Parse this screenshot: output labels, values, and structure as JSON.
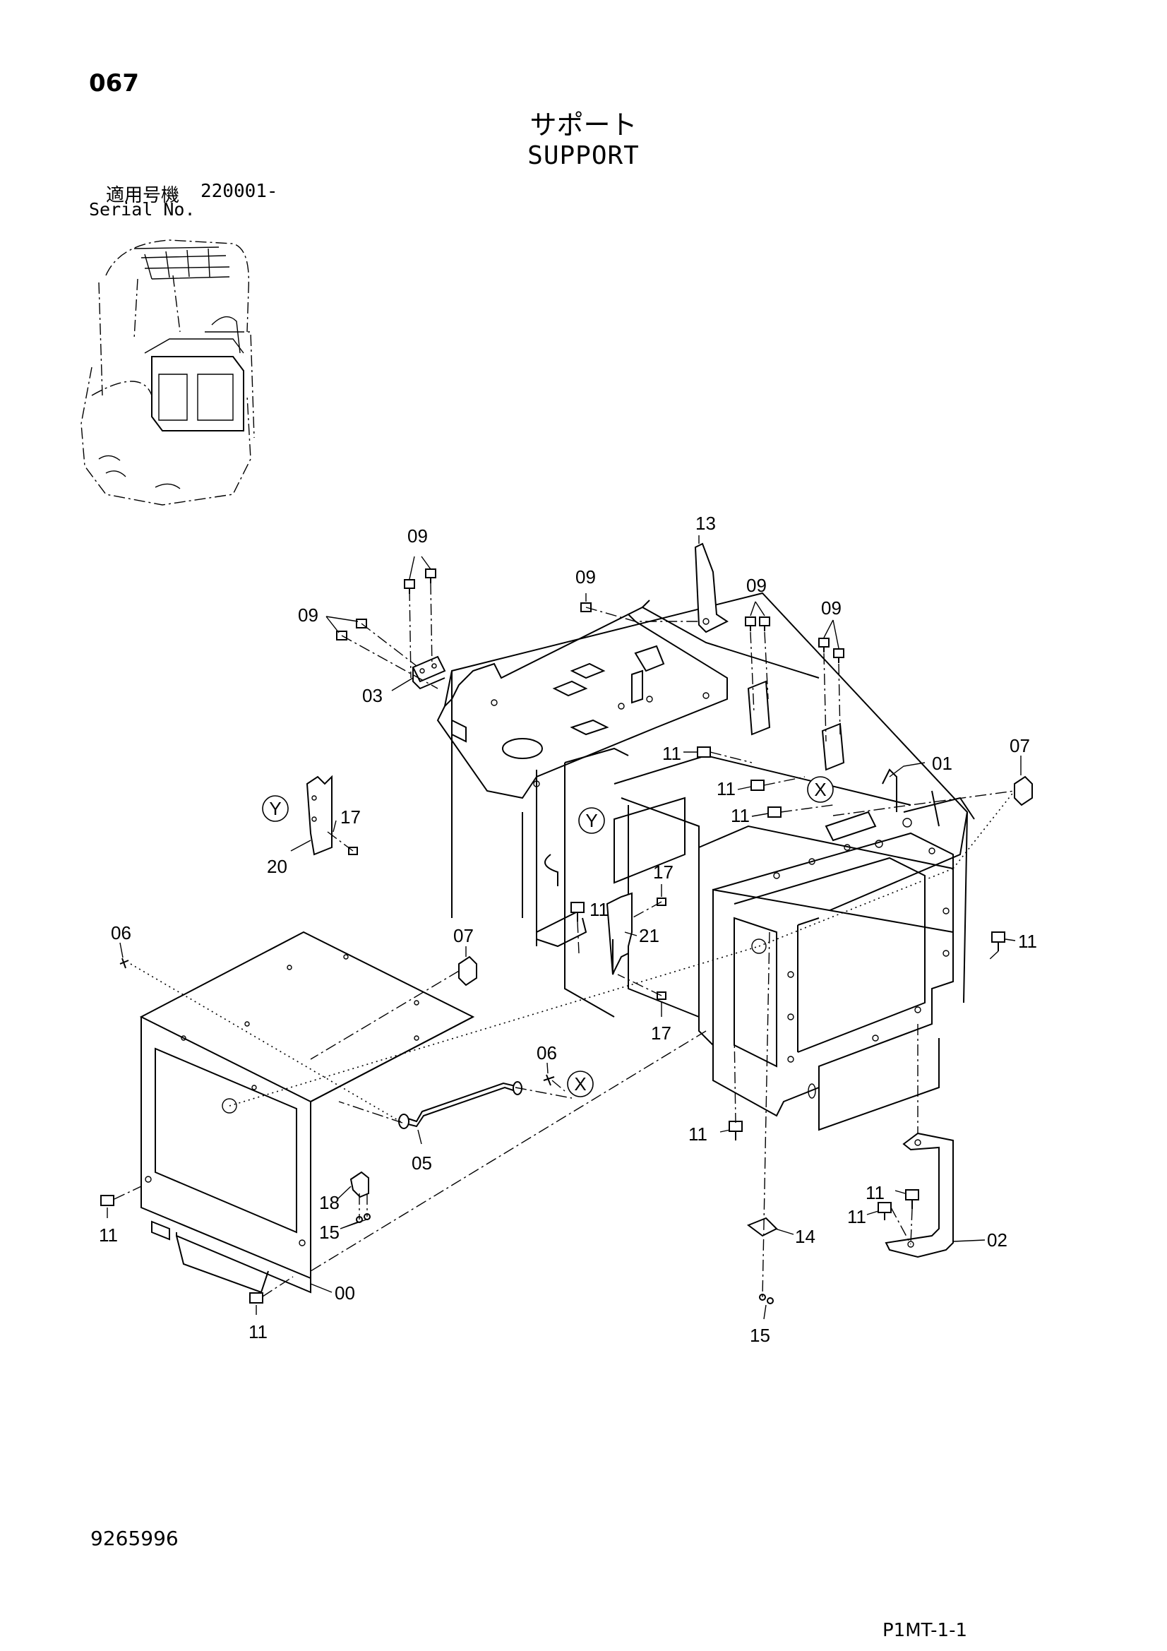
{
  "page_number": "067",
  "title_jp": "サポート",
  "title_en": "SUPPORT",
  "serial_label_jp": "適用号機",
  "serial_value": "220001-",
  "serial_label_en": "Serial No.",
  "doc_number": "9265996",
  "page_ref": "P1MT-1-1",
  "callouts": {
    "c13": "13",
    "c09a": "09",
    "c09b": "09",
    "c09c": "09",
    "c09d": "09",
    "c09e": "09",
    "c03": "03",
    "c01": "01",
    "c07a": "07",
    "c07b": "07",
    "c11a": "11",
    "c11b": "11",
    "c11c": "11",
    "c11d": "11",
    "c11e": "11",
    "c11f": "11",
    "c11g": "11",
    "c11h": "11",
    "c11i": "11",
    "c11j": "11",
    "c17a": "17",
    "c17b": "17",
    "c17c": "17",
    "c20": "20",
    "c21": "21",
    "c06a": "06",
    "c06b": "06",
    "c05": "05",
    "c18": "18",
    "c15a": "15",
    "c15b": "15",
    "c00": "00",
    "c14": "14",
    "c02": "02",
    "refX1": "X",
    "refX2": "X",
    "refY1": "Y",
    "refY2": "Y"
  }
}
